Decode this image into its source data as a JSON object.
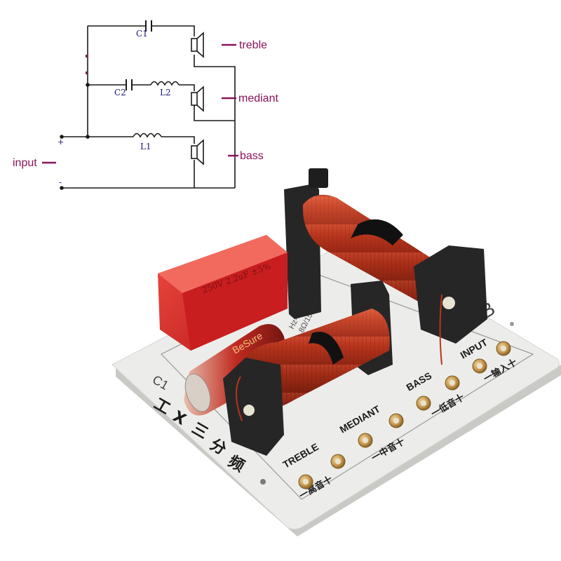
{
  "schematic": {
    "components": [
      {
        "id": "c1",
        "label": "C1"
      },
      {
        "id": "c2",
        "label": "C2"
      },
      {
        "id": "l2",
        "label": "L2"
      },
      {
        "id": "l1",
        "label": "L1"
      }
    ],
    "polarity": {
      "plus": "+",
      "minus": "-"
    },
    "callouts": {
      "treble": "treble",
      "mediant": "mediant",
      "bass": "bass",
      "input": "input"
    }
  },
  "board": {
    "capacitor_print": "250V 2.2uF ±5%",
    "electrolytic_print": "BeSure",
    "inductor_print": "8Ω/150W",
    "freq_print": "Hz-5000",
    "c1_label": "C1",
    "b_label": "B",
    "terminals": [
      {
        "id": "treble",
        "label": "TREBLE",
        "sub": "一高音十"
      },
      {
        "id": "mediant",
        "label": "MEDIANT",
        "sub": "一中音十"
      },
      {
        "id": "bass",
        "label": "BASS",
        "sub": "一低音十"
      },
      {
        "id": "input",
        "label": "INPUT",
        "sub": "一输入十"
      }
    ],
    "title": [
      "三",
      "分",
      "频"
    ],
    "title_prefix": [
      "工",
      "X"
    ]
  },
  "colors": {
    "wire": "#1a1a1a",
    "callout": "#8b1458",
    "pcb": "#ecedea",
    "copper": "#b0321c",
    "bobbin": "#262626",
    "capacitor": "#d9282a",
    "brass": "#c9a05a"
  }
}
